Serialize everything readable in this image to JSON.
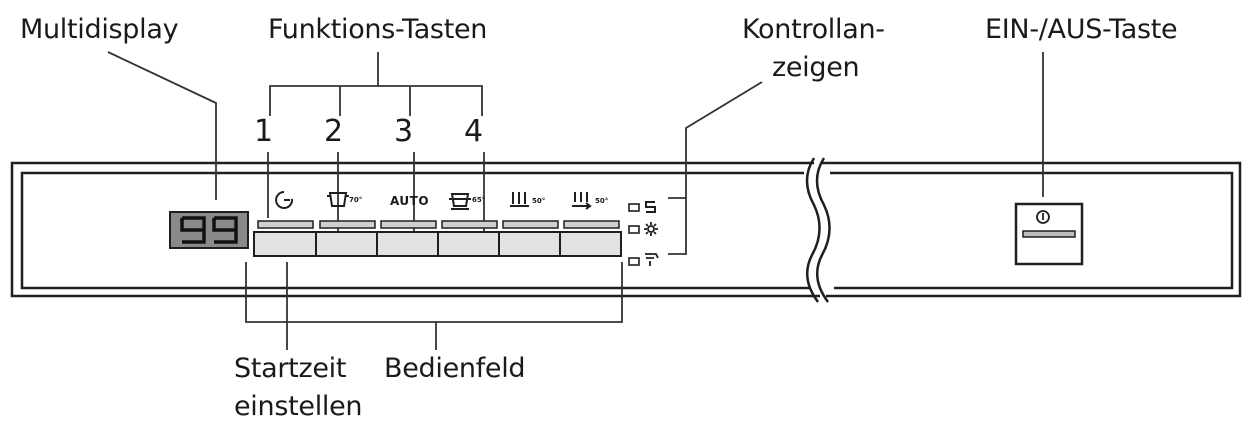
{
  "labels": {
    "multidisplay": "Multidisplay",
    "funktionstasten": "Funktions-Tasten",
    "kontroll_line1": "Kontrollan-",
    "kontroll_line2": "zeigen",
    "einaus": "EIN-/AUS-Taste",
    "startzeit_line1": "Startzeit",
    "startzeit_line2": "einstellen",
    "bedienfeld": "Bedienfeld"
  },
  "numbers": [
    "1",
    "2",
    "3",
    "4"
  ],
  "display": {
    "value": "99"
  },
  "program_labels": [
    "70°",
    "AUTO",
    "65°",
    "50°",
    "50°"
  ],
  "icons": {
    "timer": "timer-icon",
    "programs": [
      "pot-icon",
      "auto-text",
      "pot-icon",
      "dishes-icon",
      "rinse-icon"
    ],
    "indicators": [
      "salt-indicator-icon",
      "rinse-aid-indicator-icon",
      "water-tap-indicator-icon"
    ],
    "power": "power-icon"
  }
}
